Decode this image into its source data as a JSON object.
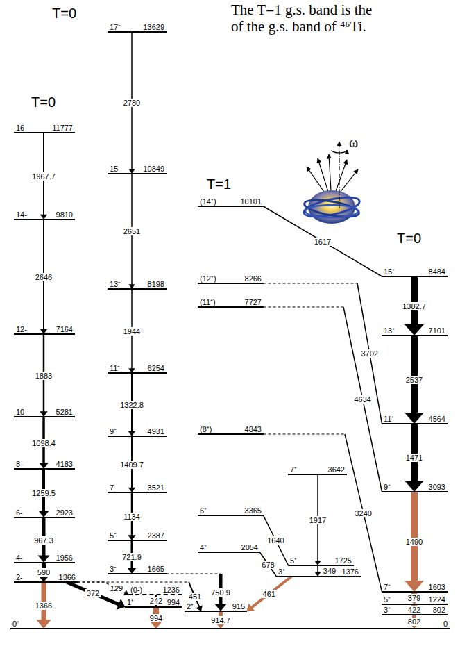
{
  "diagram": {
    "nodes": [
      {
        "text": [
          "17⁻",
          "13629"
        ]
      },
      {
        "text": [
          "15⁻",
          "10849"
        ]
      },
      {
        "text": [
          "13⁻",
          "8198"
        ]
      },
      {
        "text": [
          "11⁻",
          "6254"
        ]
      },
      {
        "text": [
          "9⁻",
          "4931"
        ]
      },
      {
        "text": [
          "7⁻",
          "3521"
        ]
      },
      {
        "text": [
          "5⁻",
          "2387"
        ]
      },
      {
        "text": [
          "3⁻",
          "1665"
        ]
      },
      {
        "text": [
          "16-",
          "11777"
        ]
      },
      {
        "text": [
          "14-",
          "9810"
        ]
      },
      {
        "text": [
          "12-",
          "7164"
        ]
      },
      {
        "text": [
          "10-",
          "5281"
        ]
      },
      {
        "text": [
          "8-",
          "4183"
        ]
      },
      {
        "text": [
          "6-",
          "2923"
        ]
      },
      {
        "text": [
          "4-",
          "1956"
        ]
      },
      {
        "text": [
          "2-",
          "1366"
        ]
      },
      {
        "text": [
          "(0-)",
          "1236"
        ]
      },
      {
        "text": [
          "1⁺",
          "994"
        ]
      },
      {
        "text": [
          "2⁺",
          "915"
        ]
      },
      {
        "text": [
          "(14⁺)",
          "10101"
        ]
      },
      {
        "text": [
          "(12⁺)",
          "8266"
        ]
      },
      {
        "text": [
          "(11⁺)",
          "7727"
        ]
      },
      {
        "text": [
          "(8⁺)",
          "4843"
        ]
      },
      {
        "text": [
          "6⁺",
          "3365"
        ]
      },
      {
        "text": [
          "4⁺",
          "2054"
        ]
      },
      {
        "text": [
          "7⁺",
          "3642"
        ]
      },
      {
        "text": [
          "5⁺",
          "1725"
        ]
      },
      {
        "text": [
          "3⁺",
          "1376"
        ]
      },
      {
        "text": [
          "15⁺",
          "8484"
        ]
      },
      {
        "text": [
          "13⁺",
          "7101"
        ]
      },
      {
        "text": [
          "11⁺",
          "4564"
        ]
      },
      {
        "text": [
          "9⁺",
          "3093"
        ]
      },
      {
        "text": [
          "7⁺",
          "1603"
        ]
      },
      {
        "text": [
          "5⁺",
          "1224"
        ]
      },
      {
        "text": [
          "3⁺",
          "802"
        ]
      },
      {
        "text": [
          "0⁺",
          "0"
        ]
      }
    ],
    "edges": [
      {
        "from": 8,
        "to": 9,
        "label": "1967.7",
        "arrow": "to"
      },
      {
        "from": 9,
        "to": 10,
        "label": "2646",
        "arrow": "to"
      },
      {
        "from": 10,
        "to": 11,
        "label": "1883",
        "arrow": "to"
      },
      {
        "from": 11,
        "to": 12,
        "label": "1098.4",
        "arrow": "to"
      },
      {
        "from": 12,
        "to": 13,
        "label": "1259.5",
        "arrow": "to"
      },
      {
        "from": 13,
        "to": 14,
        "label": "967.3",
        "arrow": "to"
      },
      {
        "from": 14,
        "to": 15,
        "label": "590",
        "arrow": "to"
      },
      {
        "from": 15,
        "to": 35,
        "label": "1366",
        "arrow": "to"
      },
      {
        "from": 15,
        "to": 17,
        "label": "372",
        "arrow": "to"
      },
      {
        "from": 15,
        "to": 16,
        "label": "129",
        "arrow": "to"
      },
      {
        "from": 15,
        "to": 18,
        "label": "451",
        "arrow": "to"
      },
      {
        "from": 0,
        "to": 1,
        "label": "2780",
        "arrow": "to"
      },
      {
        "from": 1,
        "to": 2,
        "label": "2651",
        "arrow": "to"
      },
      {
        "from": 2,
        "to": 3,
        "label": "1944",
        "arrow": "to"
      },
      {
        "from": 3,
        "to": 4,
        "label": "1322.8",
        "arrow": "to"
      },
      {
        "from": 4,
        "to": 5,
        "label": "1409.7",
        "arrow": "to"
      },
      {
        "from": 5,
        "to": 6,
        "label": "1134",
        "arrow": "to"
      },
      {
        "from": 6,
        "to": 7,
        "label": "721.9",
        "arrow": "to"
      },
      {
        "from": 7,
        "to": 18,
        "label": "750.9",
        "arrow": "to"
      },
      {
        "from": 16,
        "to": 17,
        "label": "242",
        "arrow": "to"
      },
      {
        "from": 17,
        "to": 35,
        "label": "994",
        "arrow": "to"
      },
      {
        "from": 18,
        "to": 35,
        "label": "914.7",
        "arrow": "to"
      },
      {
        "from": 19,
        "to": 28,
        "label": "1617",
        "arrow": "none"
      },
      {
        "from": 20,
        "to": 30,
        "label": "3702",
        "arrow": "none"
      },
      {
        "from": 21,
        "to": 31,
        "label": "4634",
        "arrow": "none"
      },
      {
        "from": 22,
        "to": 32,
        "label": "3240",
        "arrow": "none"
      },
      {
        "from": 23,
        "to": 26,
        "label": "1640",
        "arrow": "none"
      },
      {
        "from": 24,
        "to": 27,
        "label": "678",
        "arrow": "none"
      },
      {
        "from": 25,
        "to": 26,
        "label": "1917",
        "arrow": "to"
      },
      {
        "from": 26,
        "to": 27,
        "label": "349",
        "arrow": "to"
      },
      {
        "from": 27,
        "to": 18,
        "label": "461",
        "arrow": "to"
      },
      {
        "from": 28,
        "to": 29,
        "label": "1382.7",
        "arrow": "to"
      },
      {
        "from": 29,
        "to": 30,
        "label": "2537",
        "arrow": "to"
      },
      {
        "from": 30,
        "to": 31,
        "label": "1471",
        "arrow": "to"
      },
      {
        "from": 31,
        "to": 32,
        "label": "1490",
        "arrow": "to"
      },
      {
        "from": 32,
        "to": 33,
        "label": "379",
        "arrow": "to"
      },
      {
        "from": 33,
        "to": 34,
        "label": "422",
        "arrow": "to"
      },
      {
        "from": 34,
        "to": 35,
        "label": "802",
        "arrow": "to"
      }
    ],
    "labels": [
      "The T=1 g.s. band is the",
      "of the g.s. band of ⁴⁶Ti.",
      "T=0",
      "T=0",
      "T=1",
      "T=0",
      "ω"
    ]
  }
}
